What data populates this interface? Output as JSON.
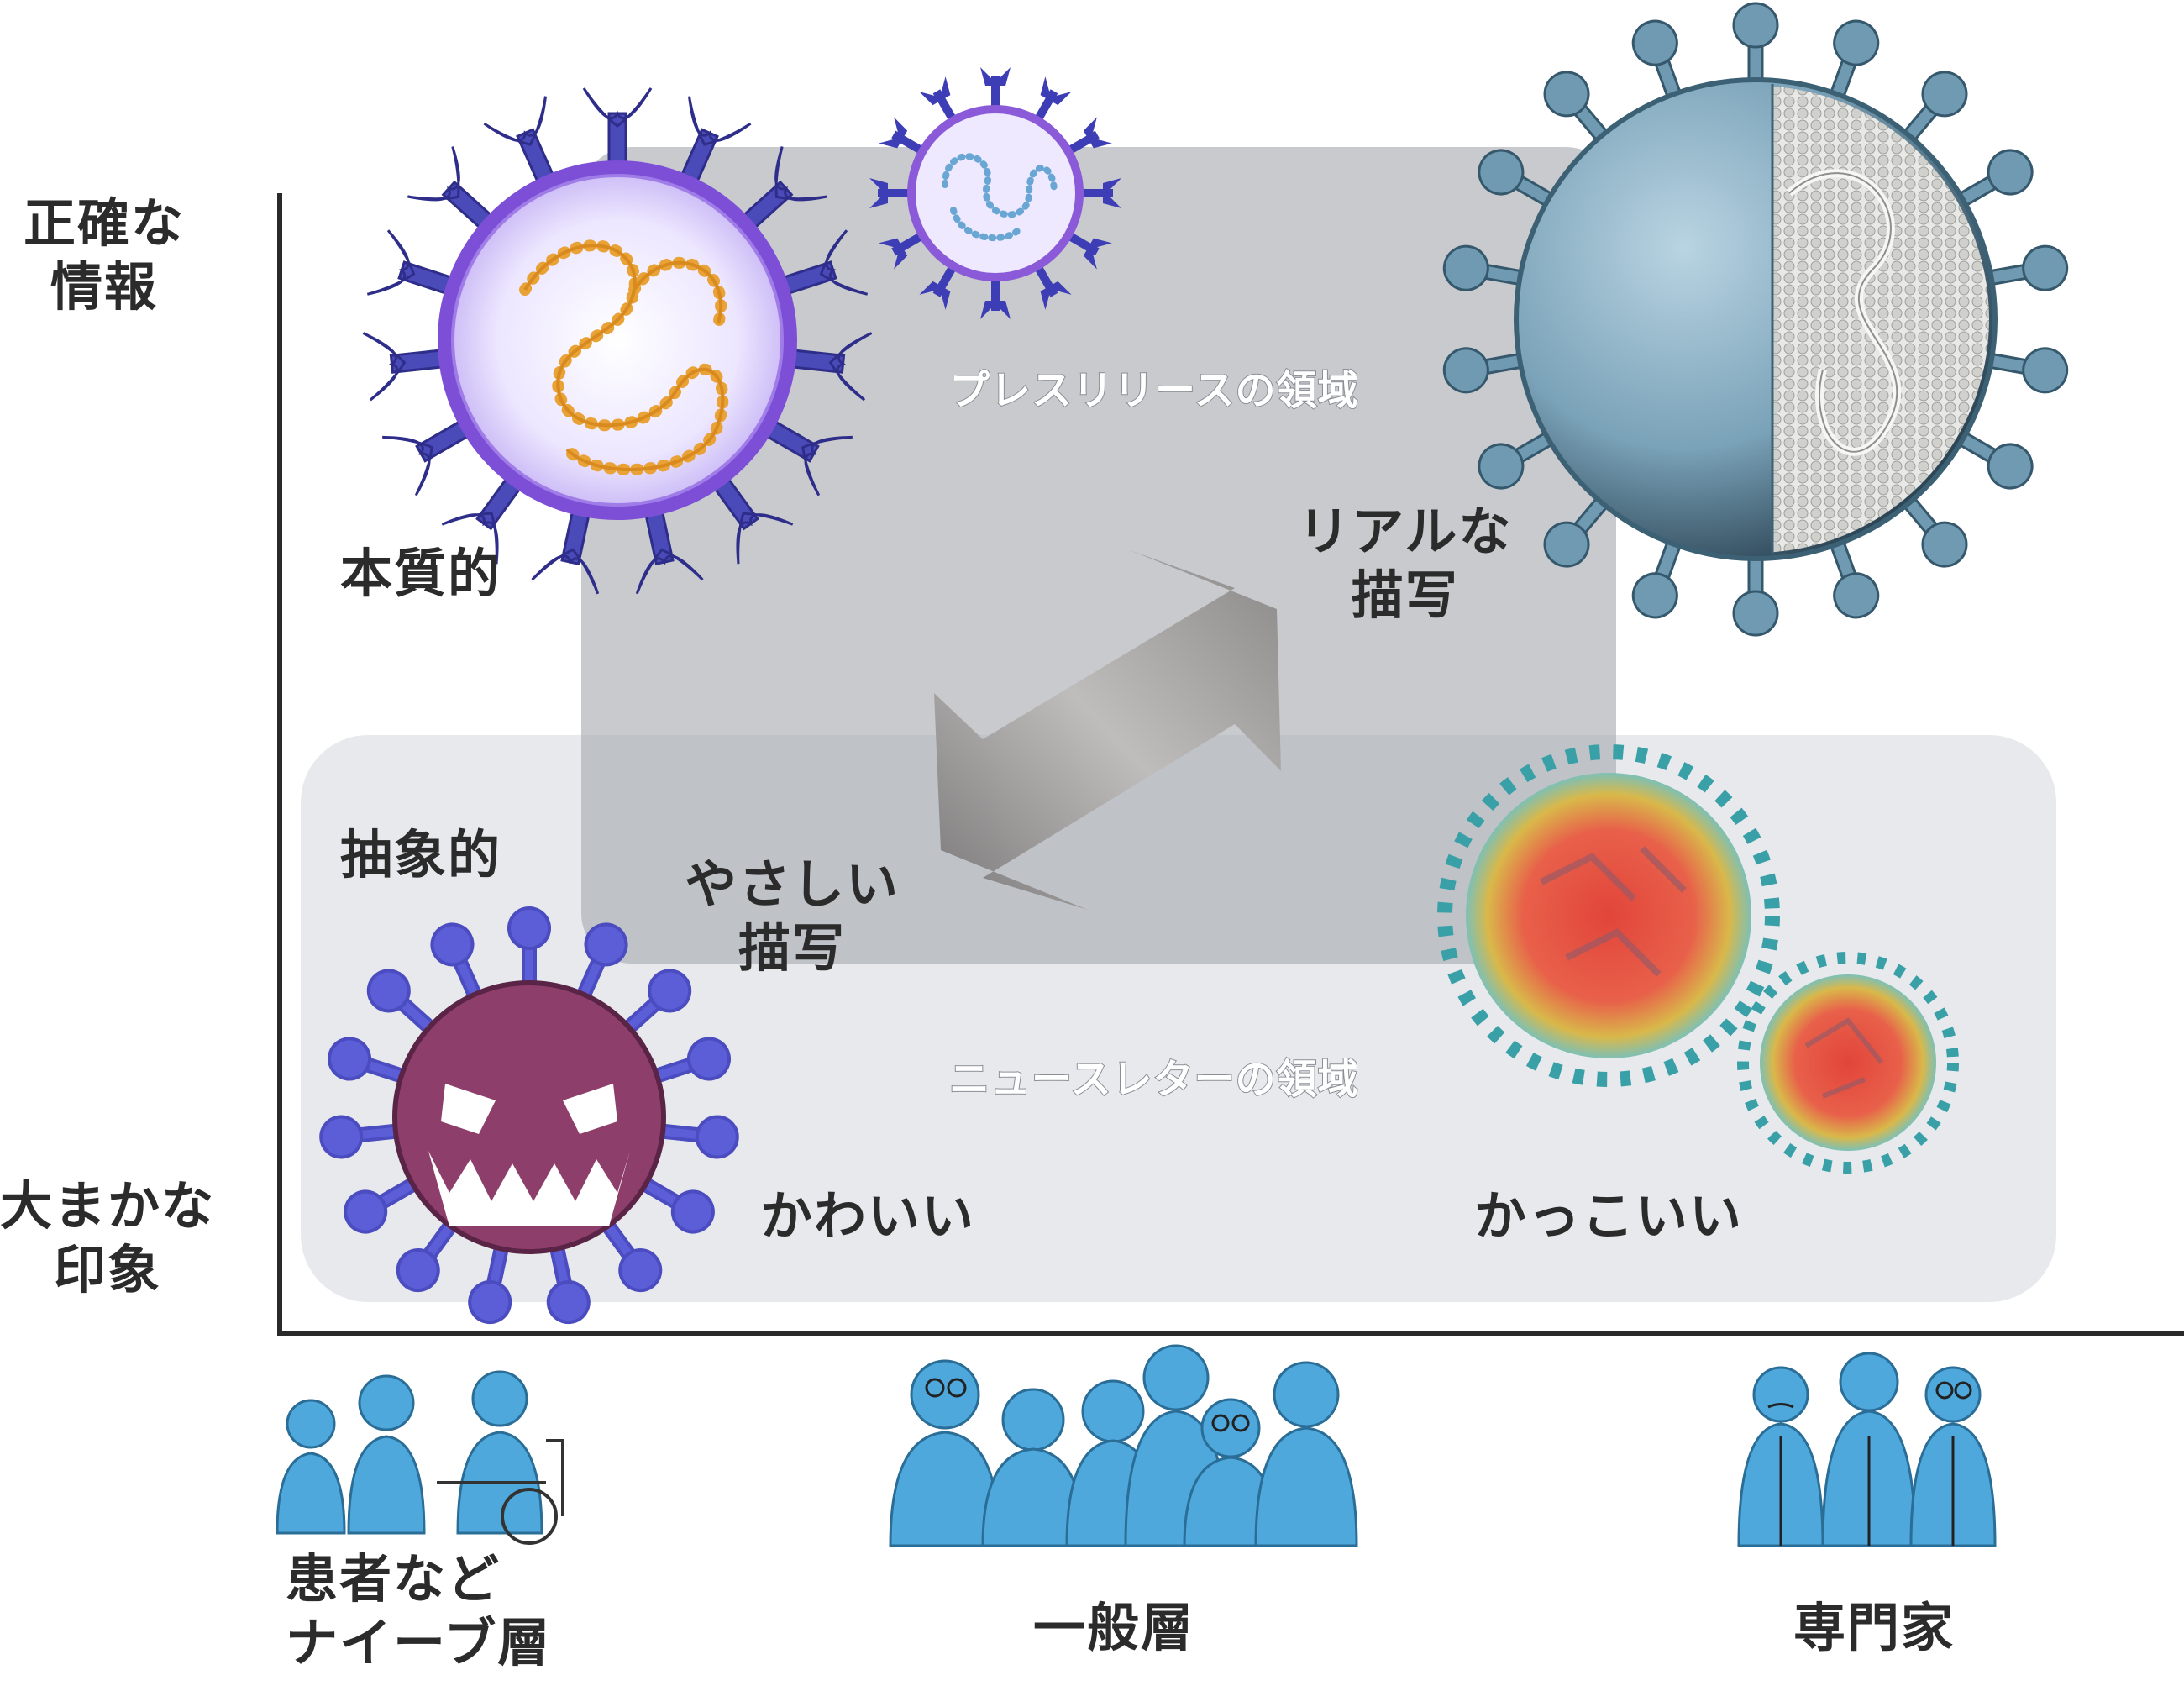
{
  "axis": {
    "y_top": "正確な\n情報",
    "y_bottom": "大まかな\n印象"
  },
  "regions": {
    "press": "プレスリリースの領域",
    "newsletter": "ニュースレターの領域"
  },
  "labels": {
    "essential": "本質的",
    "abstract": "抽象的",
    "realistic": "リアルな\n描写",
    "gentle": "やさしい\n描写",
    "cute": "かわいい",
    "cool": "かっこいい"
  },
  "audiences": {
    "patients": "患者など\nナイーブ層",
    "general": "一般層",
    "experts": "専門家"
  },
  "colors": {
    "press_region": "#a6aab0",
    "newsletter_region": "#e7e9ec",
    "virus_purple": "#5b4fc9",
    "virus_blue": "#8ab4c8",
    "virus_red": "#e0533a",
    "people_blue": "#4ea8dc"
  },
  "icons": [
    "essential-virus-icon",
    "small-essential-virus-icon",
    "realistic-virus-icon",
    "cute-virus-icon",
    "cool-virus-icon",
    "bidirectional-arrow-icon",
    "patients-group-icon",
    "general-public-group-icon",
    "experts-group-icon"
  ]
}
